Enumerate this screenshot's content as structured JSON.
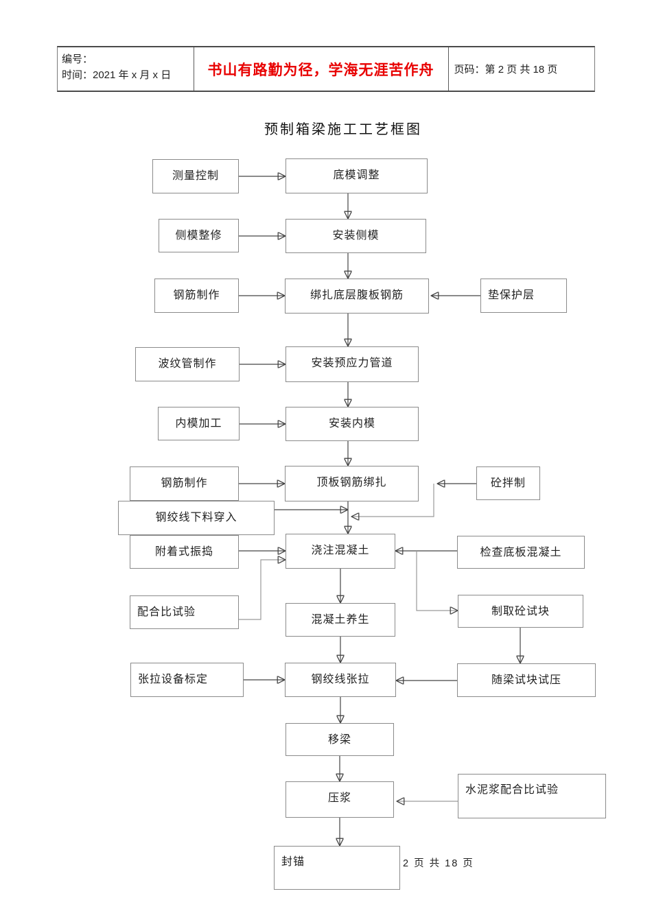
{
  "header": {
    "number_line": "编号：",
    "time_line": "时间：2021 年 x 月 x 日",
    "slogan": "书山有路勤为径，学海无涯苦作舟",
    "page_info": "页码：第 2 页  共 18 页"
  },
  "title": "预制箱梁施工工艺框图",
  "colors": {
    "slogan_red": "#e80000",
    "box_border_gray": "#8a8a8a",
    "arrow_black": "#111111"
  },
  "flowchart": {
    "boxes": [
      {
        "label": "测量控制"
      },
      {
        "label": "底模调整"
      },
      {
        "label": "侧模整修"
      },
      {
        "label": "安装侧模"
      },
      {
        "label": "钢筋制作"
      },
      {
        "label": "绑扎底层腹板钢筋"
      },
      {
        "label": "垫保护层"
      },
      {
        "label": "波纹管制作"
      },
      {
        "label": "安装预应力管道"
      },
      {
        "label": "内模加工"
      },
      {
        "label": "安装内模"
      },
      {
        "label": "钢筋制作"
      },
      {
        "label": "顶板钢筋绑扎"
      },
      {
        "label": "砼拌制"
      },
      {
        "label": "钢绞线下料穿入"
      },
      {
        "label": "附着式振捣"
      },
      {
        "label": "浇注混凝土"
      },
      {
        "label": "检查底板混凝土"
      },
      {
        "label": "配合比试验"
      },
      {
        "label": "混凝土养生"
      },
      {
        "label": "制取砼试块"
      },
      {
        "label": "张拉设备标定"
      },
      {
        "label": "钢绞线张拉"
      },
      {
        "label": "随梁试块试压"
      },
      {
        "label": "移梁"
      },
      {
        "label": "压浆"
      },
      {
        "label": "水泥浆配合比试验"
      },
      {
        "label": "封锚"
      }
    ]
  },
  "footer": {
    "page_text": "2 页 共 18 页"
  }
}
